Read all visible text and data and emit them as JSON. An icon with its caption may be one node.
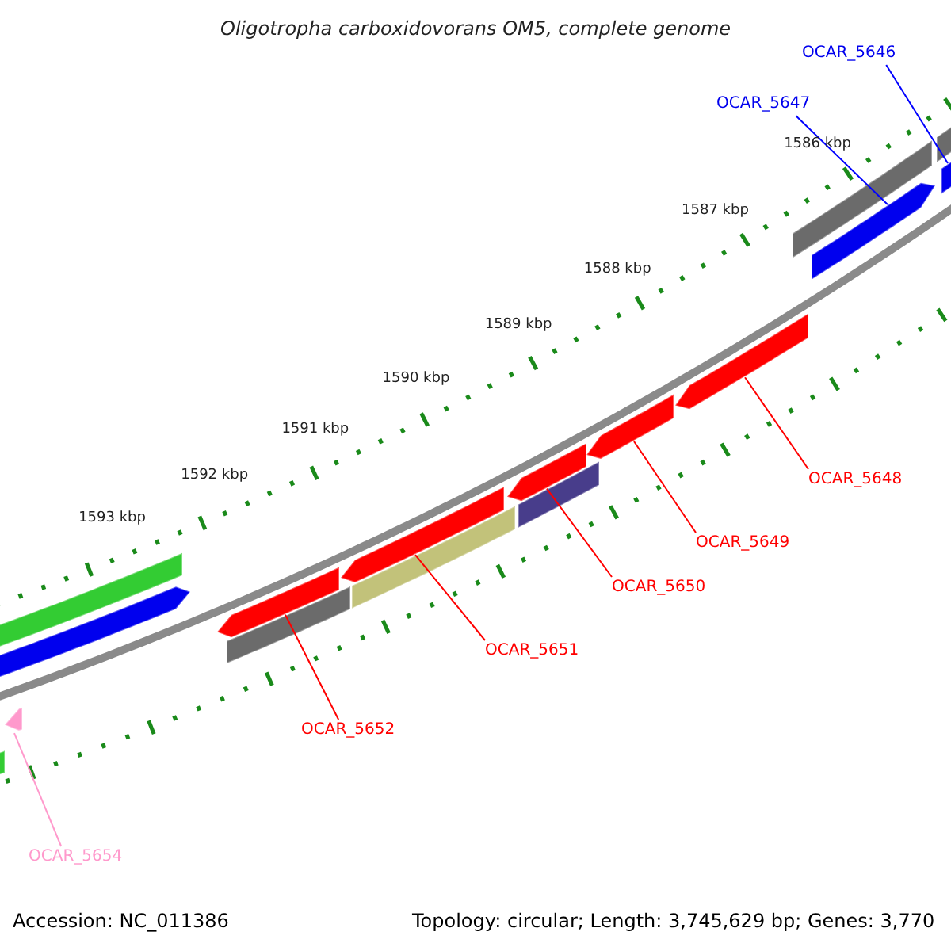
{
  "diagram": {
    "title": "Oligotropha carboxidovorans OM5, complete genome",
    "nodes": [
      {
        "text": [
          "OCAR_5646"
        ]
      },
      {
        "text": [
          "OCAR_5647"
        ]
      },
      {
        "text": [
          "OCAR_5648"
        ]
      },
      {
        "text": [
          "OCAR_5649"
        ]
      },
      {
        "text": [
          "OCAR_5650"
        ]
      },
      {
        "text": [
          "OCAR_5651"
        ]
      },
      {
        "text": [
          "OCAR_5652"
        ]
      },
      {
        "text": [
          "OCAR_5654"
        ]
      },
      {
        "text": [],
        "shape": "bar"
      },
      {
        "text": [],
        "shape": "bar"
      },
      {
        "text": [],
        "shape": "bar"
      },
      {
        "text": [],
        "shape": "bar"
      },
      {
        "text": [],
        "shape": "bar"
      },
      {
        "text": [],
        "shape": "bar"
      },
      {
        "text": [],
        "shape": "bar"
      },
      {
        "text": [],
        "shape": "bar"
      }
    ],
    "edges": [
      {
        "from": 0,
        "to": 8,
        "arrow": "none",
        "color": "#0000ff"
      },
      {
        "from": 1,
        "to": 9,
        "arrow": "none",
        "color": "#0000ff"
      },
      {
        "from": 2,
        "to": 10,
        "arrow": "none"
      },
      {
        "from": 3,
        "to": 11,
        "arrow": "none"
      },
      {
        "from": 4,
        "to": 12,
        "arrow": "none"
      },
      {
        "from": 5,
        "to": 13,
        "arrow": "none"
      },
      {
        "from": 6,
        "to": 14,
        "arrow": "none"
      },
      {
        "from": 7,
        "to": 15,
        "arrow": "none",
        "color": "#ff99cc"
      }
    ],
    "labels": [
      "1586 kbp",
      "1587 kbp",
      "1588 kbp",
      "1589 kbp",
      "1590 kbp",
      "1591 kbp",
      "1592 kbp",
      "1593 kbp",
      "Accession: NC_011386",
      "Topology: circular; Length: 3,745,629 bp; Genes: 3,770"
    ]
  }
}
